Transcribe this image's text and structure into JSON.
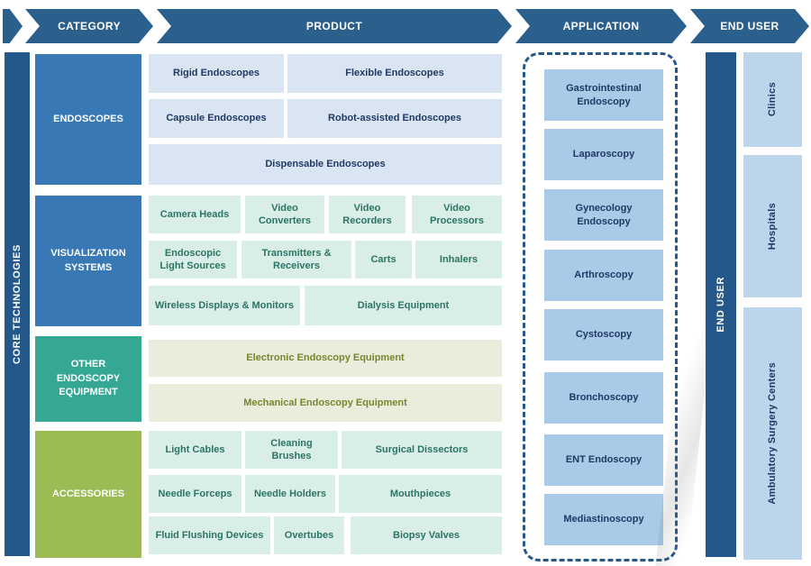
{
  "header": {
    "steps": [
      "CATEGORY",
      "PRODUCT",
      "APPLICATION",
      "END USER"
    ]
  },
  "core_label": "CORE TECHNOLOGIES",
  "categories": [
    {
      "label": "ENDOSCOPES"
    },
    {
      "label": "VISUALIZATION SYSTEMS"
    },
    {
      "label": "OTHER ENDOSCOPY EQUIPMENT"
    },
    {
      "label": "ACCESSORIES"
    }
  ],
  "products": {
    "endoscopes": [
      "Rigid Endoscopes",
      "Flexible Endoscopes",
      "Capsule Endoscopes",
      "Robot-assisted Endoscopes",
      "Dispensable Endoscopes"
    ],
    "visualization": [
      "Camera Heads",
      "Video Converters",
      "Video Recorders",
      "Video Processors",
      "Endoscopic Light Sources",
      "Transmitters & Receivers",
      "Carts",
      "Inhalers",
      "Wireless Displays & Monitors",
      "Dialysis Equipment"
    ],
    "other_equipment": [
      "Electronic Endoscopy Equipment",
      "Mechanical Endoscopy Equipment"
    ],
    "accessories": [
      "Light Cables",
      "Cleaning Brushes",
      "Surgical Dissectors",
      "Needle Forceps",
      "Needle Holders",
      "Mouthpieces",
      "Fluid Flushing Devices",
      "Overtubes",
      "Biopsy Valves"
    ]
  },
  "applications": [
    "Gastrointestinal Endoscopy",
    "Laparoscopy",
    "Gynecology Endoscopy",
    "Arthroscopy",
    "Cystoscopy",
    "Bronchoscopy",
    "ENT Endoscopy",
    "Mediastinoscopy"
  ],
  "end_user": {
    "bar_label": "END USER",
    "items": [
      "Clinics",
      "Hospitals",
      "Ambulatory Surgery Centers"
    ]
  },
  "colors": {
    "navy-header": "#2B5F8C",
    "navy-bar": "#25588A",
    "navy-text": "#1F3864",
    "cat-blue": "#3878B4",
    "light-blue": "#D9E5F2",
    "mint": "#D9EEE7",
    "mint-text": "#2C7465",
    "teal": "#35A893",
    "olive-green": "#9BBC55",
    "olive-light": "#EAEDDB",
    "olive-text": "#75862F",
    "app-blue": "#A9CBE8",
    "enduser-blue": "#BDD5EA"
  }
}
